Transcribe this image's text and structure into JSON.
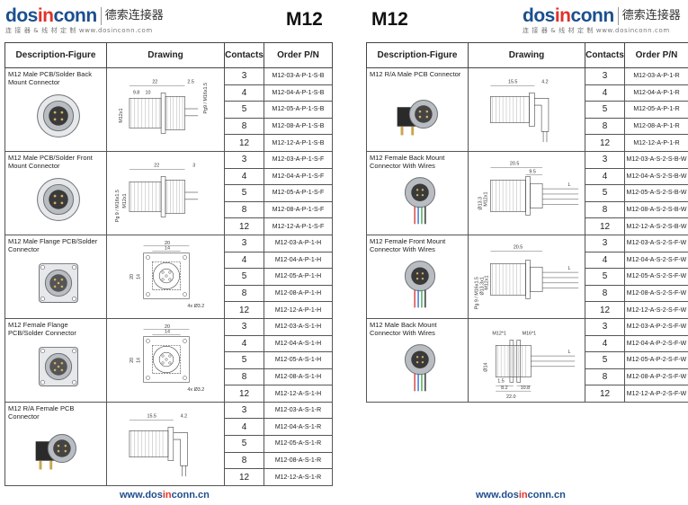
{
  "brand": {
    "logo_prefix": "dos",
    "logo_accent": "in",
    "logo_suffix": "conn",
    "chinese_name": "德索连接器",
    "subtitle_left": "连 接 器 & 线 材 定 制",
    "subtitle_right": "www.dosinconn.com"
  },
  "series_title": "M12",
  "footer": {
    "url_prefix": "www.dos",
    "url_accent": "in",
    "url_suffix": "conn.cn"
  },
  "table_headers": {
    "description": "Description-Figure",
    "drawing": "Drawing",
    "contacts": "Contacts",
    "order_pn": "Order P/N"
  },
  "left_page": {
    "products": [
      {
        "description": "M12 Male PCB/Solder Back Mount Connector",
        "drawing_labels": [
          "22",
          "2.5",
          "9.8",
          "10",
          "Pg9 / M16x1.5",
          "M12x1"
        ],
        "rows": [
          {
            "contacts": "3",
            "pn": "M12-03-A-P-1-S-B"
          },
          {
            "contacts": "4",
            "pn": "M12-04-A-P-1-S-B"
          },
          {
            "contacts": "5",
            "pn": "M12-05-A-P-1-S-B"
          },
          {
            "contacts": "8",
            "pn": "M12-08-A-P-1-S-B"
          },
          {
            "contacts": "12",
            "pn": "M12-12-A-P-1-S-B"
          }
        ]
      },
      {
        "description": "M12 Male PCB/Solder Front Mount Connector",
        "drawing_labels": [
          "22",
          "3",
          "Pg 9 / M16x1.5",
          "M12x1"
        ],
        "rows": [
          {
            "contacts": "3",
            "pn": "M12-03-A-P-1-S-F"
          },
          {
            "contacts": "4",
            "pn": "M12-04-A-P-1-S-F"
          },
          {
            "contacts": "5",
            "pn": "M12-05-A-P-1-S-F"
          },
          {
            "contacts": "8",
            "pn": "M12-08-A-P-1-S-F"
          },
          {
            "contacts": "12",
            "pn": "M12-12-A-P-1-S-F"
          }
        ]
      },
      {
        "description": "M12 Male Flange PCB/Solder Connector",
        "drawing_labels": [
          "20",
          "14",
          "20",
          "14",
          "4x Ø3.2"
        ],
        "rows": [
          {
            "contacts": "3",
            "pn": "M12-03-A-P-1-H"
          },
          {
            "contacts": "4",
            "pn": "M12-04-A-P-1-H"
          },
          {
            "contacts": "5",
            "pn": "M12-05-A-P-1-H"
          },
          {
            "contacts": "8",
            "pn": "M12-08-A-P-1-H"
          },
          {
            "contacts": "12",
            "pn": "M12-12-A-P-1-H"
          }
        ]
      },
      {
        "description": "M12 Female Flange PCB/Solder Connector",
        "drawing_labels": [
          "20",
          "14",
          "20",
          "14",
          "4x Ø3.2"
        ],
        "rows": [
          {
            "contacts": "3",
            "pn": "M12-03-A-S-1-H"
          },
          {
            "contacts": "4",
            "pn": "M12-04-A-S-1-H"
          },
          {
            "contacts": "5",
            "pn": "M12-05-A-S-1-H"
          },
          {
            "contacts": "8",
            "pn": "M12-08-A-S-1-H"
          },
          {
            "contacts": "12",
            "pn": "M12-12-A-S-1-H"
          }
        ]
      },
      {
        "description": "M12 R/A Female PCB Connector",
        "drawing_labels": [
          "15.5",
          "4.2"
        ],
        "rows": [
          {
            "contacts": "3",
            "pn": "M12-03-A-S-1-R"
          },
          {
            "contacts": "4",
            "pn": "M12-04-A-S-1-R"
          },
          {
            "contacts": "5",
            "pn": "M12-05-A-S-1-R"
          },
          {
            "contacts": "8",
            "pn": "M12-08-A-S-1-R"
          },
          {
            "contacts": "12",
            "pn": "M12-12-A-S-1-R"
          }
        ]
      }
    ]
  },
  "right_page": {
    "products": [
      {
        "description": "M12 R/A Male PCB Connector",
        "drawing_labels": [
          "15.5",
          "4.2"
        ],
        "rows": [
          {
            "contacts": "3",
            "pn": "M12-03-A-P-1-R"
          },
          {
            "contacts": "4",
            "pn": "M12-04-A-P-1-R"
          },
          {
            "contacts": "5",
            "pn": "M12-05-A-P-1-R"
          },
          {
            "contacts": "8",
            "pn": "M12-08-A-P-1-R"
          },
          {
            "contacts": "12",
            "pn": "M12-12-A-P-1-R"
          }
        ]
      },
      {
        "description": "M12 Female Back Mount Connector With Wires",
        "drawing_labels": [
          "20.5",
          "9.5",
          "L",
          "Ø13.3",
          "M12x1"
        ],
        "rows": [
          {
            "contacts": "3",
            "pn": "M12-03-A-S-2-S-B-W"
          },
          {
            "contacts": "4",
            "pn": "M12-04-A-S-2-S-B-W"
          },
          {
            "contacts": "5",
            "pn": "M12-05-A-S-2-S-B-W"
          },
          {
            "contacts": "8",
            "pn": "M12-08-A-S-2-S-B-W"
          },
          {
            "contacts": "12",
            "pn": "M12-12-A-S-2-S-B-W"
          }
        ]
      },
      {
        "description": "M12 Female Front Mount Connector With Wires",
        "drawing_labels": [
          "20.5",
          "L",
          "Pg 9 / M16x1.5",
          "Ø13.3x1",
          "M12x1"
        ],
        "rows": [
          {
            "contacts": "3",
            "pn": "M12-03-A-S-2-S-F-W"
          },
          {
            "contacts": "4",
            "pn": "M12-04-A-S-2-S-F-W"
          },
          {
            "contacts": "5",
            "pn": "M12-05-A-S-2-S-F-W"
          },
          {
            "contacts": "8",
            "pn": "M12-08-A-S-2-S-F-W"
          },
          {
            "contacts": "12",
            "pn": "M12-12-A-S-2-S-F-W"
          }
        ]
      },
      {
        "description": "M12 Male Back Mount Connector With Wires",
        "drawing_labels": [
          "M12*1",
          "M16*1",
          "Ø14",
          "1.5",
          "8.2",
          "10.8",
          "22.0",
          "L"
        ],
        "rows": [
          {
            "contacts": "3",
            "pn": "M12-03-A-P-2-S-F-W"
          },
          {
            "contacts": "4",
            "pn": "M12-04-A-P-2-S-F-W"
          },
          {
            "contacts": "5",
            "pn": "M12-05-A-P-2-S-F-W"
          },
          {
            "contacts": "8",
            "pn": "M12-08-A-P-2-S-F-W"
          },
          {
            "contacts": "12",
            "pn": "M12-12-A-P-2-S-F-W"
          }
        ]
      }
    ]
  }
}
